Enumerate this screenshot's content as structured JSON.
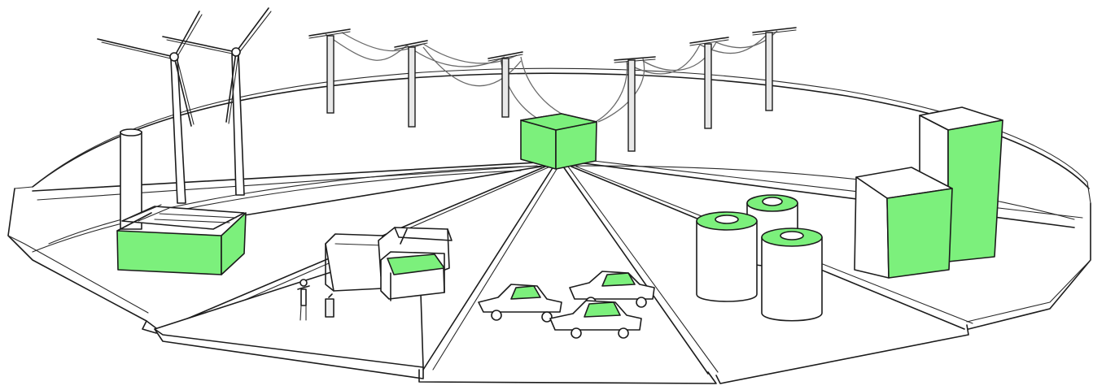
{
  "accent_color": "#7CF07C",
  "ink_color": "#1c1c1c",
  "scene": {
    "central_hub": {
      "icon": "hub-cube-icon"
    },
    "segments": [
      {
        "id": "wind-and-factory",
        "icons": [
          "wind-turbine-icon",
          "factory-icon"
        ]
      },
      {
        "id": "houses",
        "icons": [
          "house-icon",
          "person-icon"
        ]
      },
      {
        "id": "electric-vehicles",
        "icons": [
          "car-icon"
        ]
      },
      {
        "id": "storage-tanks",
        "icons": [
          "tank-icon"
        ]
      },
      {
        "id": "tall-buildings",
        "icons": [
          "building-icon"
        ]
      }
    ],
    "power_line_icon": "utility-pole-icon"
  }
}
